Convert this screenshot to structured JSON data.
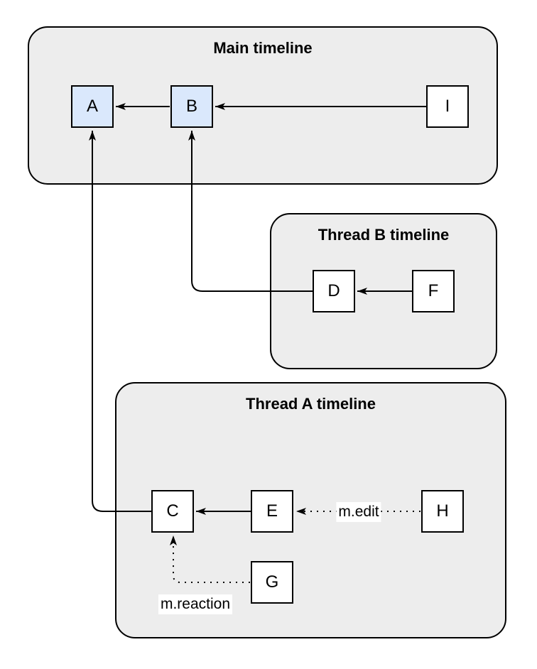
{
  "containers": {
    "main": {
      "title": "Main timeline"
    },
    "thread_b": {
      "title": "Thread B timeline"
    },
    "thread_a": {
      "title": "Thread A timeline"
    }
  },
  "nodes": {
    "a": {
      "label": "A",
      "highlighted": true
    },
    "b": {
      "label": "B",
      "highlighted": true
    },
    "i": {
      "label": "I",
      "highlighted": false
    },
    "d": {
      "label": "D",
      "highlighted": false
    },
    "f": {
      "label": "F",
      "highlighted": false
    },
    "c": {
      "label": "C",
      "highlighted": false
    },
    "e": {
      "label": "E",
      "highlighted": false
    },
    "h": {
      "label": "H",
      "highlighted": false
    },
    "g": {
      "label": "G",
      "highlighted": false
    }
  },
  "edge_labels": {
    "edit": "m.edit",
    "reaction": "m.reaction"
  },
  "edges": [
    {
      "from": "B",
      "to": "A",
      "style": "solid"
    },
    {
      "from": "I",
      "to": "B",
      "style": "solid"
    },
    {
      "from": "F",
      "to": "D",
      "style": "solid"
    },
    {
      "from": "D",
      "to": "B",
      "style": "solid"
    },
    {
      "from": "E",
      "to": "C",
      "style": "solid"
    },
    {
      "from": "C",
      "to": "A",
      "style": "solid"
    },
    {
      "from": "H",
      "to": "E",
      "style": "dotted",
      "label": "m.edit"
    },
    {
      "from": "G",
      "to": "C",
      "style": "dotted",
      "label": "m.reaction"
    }
  ],
  "colors": {
    "background": "#ffffff",
    "container_fill": "#ededed",
    "container_border": "#000000",
    "node_fill": "#ffffff",
    "node_highlight_fill": "#dae8fc",
    "node_border": "#000000",
    "edge": "#000000"
  }
}
